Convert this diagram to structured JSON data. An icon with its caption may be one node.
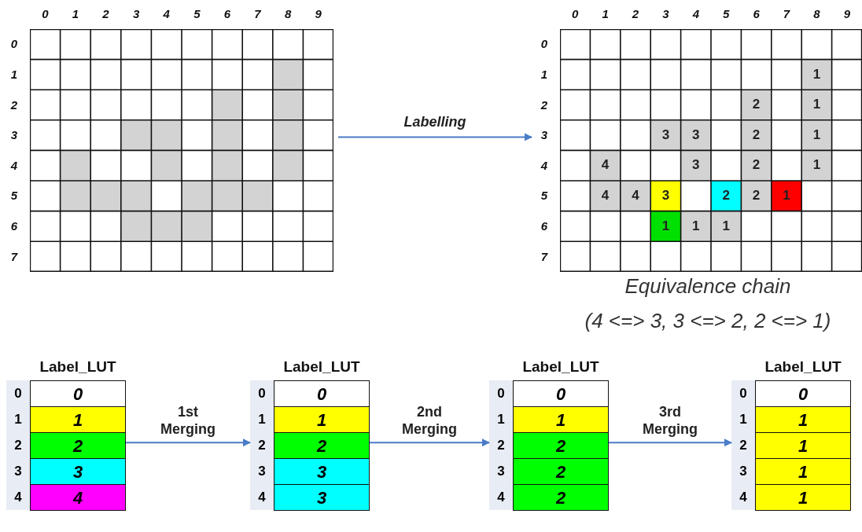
{
  "diagram": {
    "nodes": [
      {
        "text": [],
        "shape": "grid"
      },
      {
        "text": [
          "1",
          "2",
          "1",
          "3",
          "3",
          "2",
          "1",
          "4",
          "3",
          "2",
          "1",
          "4",
          "4",
          "3",
          "2",
          "2",
          "1",
          "1",
          "1",
          "1"
        ]
      },
      {
        "text": [
          "Label_LUT",
          "0",
          "0",
          "1",
          "1",
          "2",
          "2",
          "3",
          "3",
          "4",
          "4"
        ]
      },
      {
        "text": [
          "Label_LUT",
          "0",
          "0",
          "1",
          "1",
          "2",
          "2",
          "3",
          "3",
          "4",
          "3"
        ]
      },
      {
        "text": [
          "Label_LUT",
          "0",
          "0",
          "1",
          "1",
          "2",
          "2",
          "3",
          "2",
          "4",
          "2"
        ]
      },
      {
        "text": [
          "Label_LUT",
          "0",
          "0",
          "1",
          "1",
          "2",
          "1",
          "3",
          "1",
          "4",
          "1"
        ]
      }
    ],
    "edges": [
      {
        "from": 0,
        "to": 1,
        "arrow": "to",
        "label": "Labelling"
      },
      {
        "from": 2,
        "to": 3,
        "arrow": "to",
        "label": "1st Merging"
      },
      {
        "from": 3,
        "to": 4,
        "arrow": "to",
        "label": "2nd Merging"
      },
      {
        "from": 4,
        "to": 5,
        "arrow": "to",
        "label": "3rd Merging"
      }
    ],
    "labels": [
      "0",
      "1",
      "2",
      "3",
      "4",
      "5",
      "6",
      "7",
      "8",
      "9",
      "0",
      "1",
      "2",
      "3",
      "4",
      "5",
      "6",
      "7",
      "8",
      "9",
      "0",
      "0",
      "1",
      "1",
      "2",
      "2",
      "3",
      "3",
      "4",
      "4",
      "5",
      "5",
      "6",
      "6",
      "7",
      "7",
      "Equivalence chain",
      "(4 <=> 3, 3 <=> 2, 2 <=> 1)"
    ]
  }
}
